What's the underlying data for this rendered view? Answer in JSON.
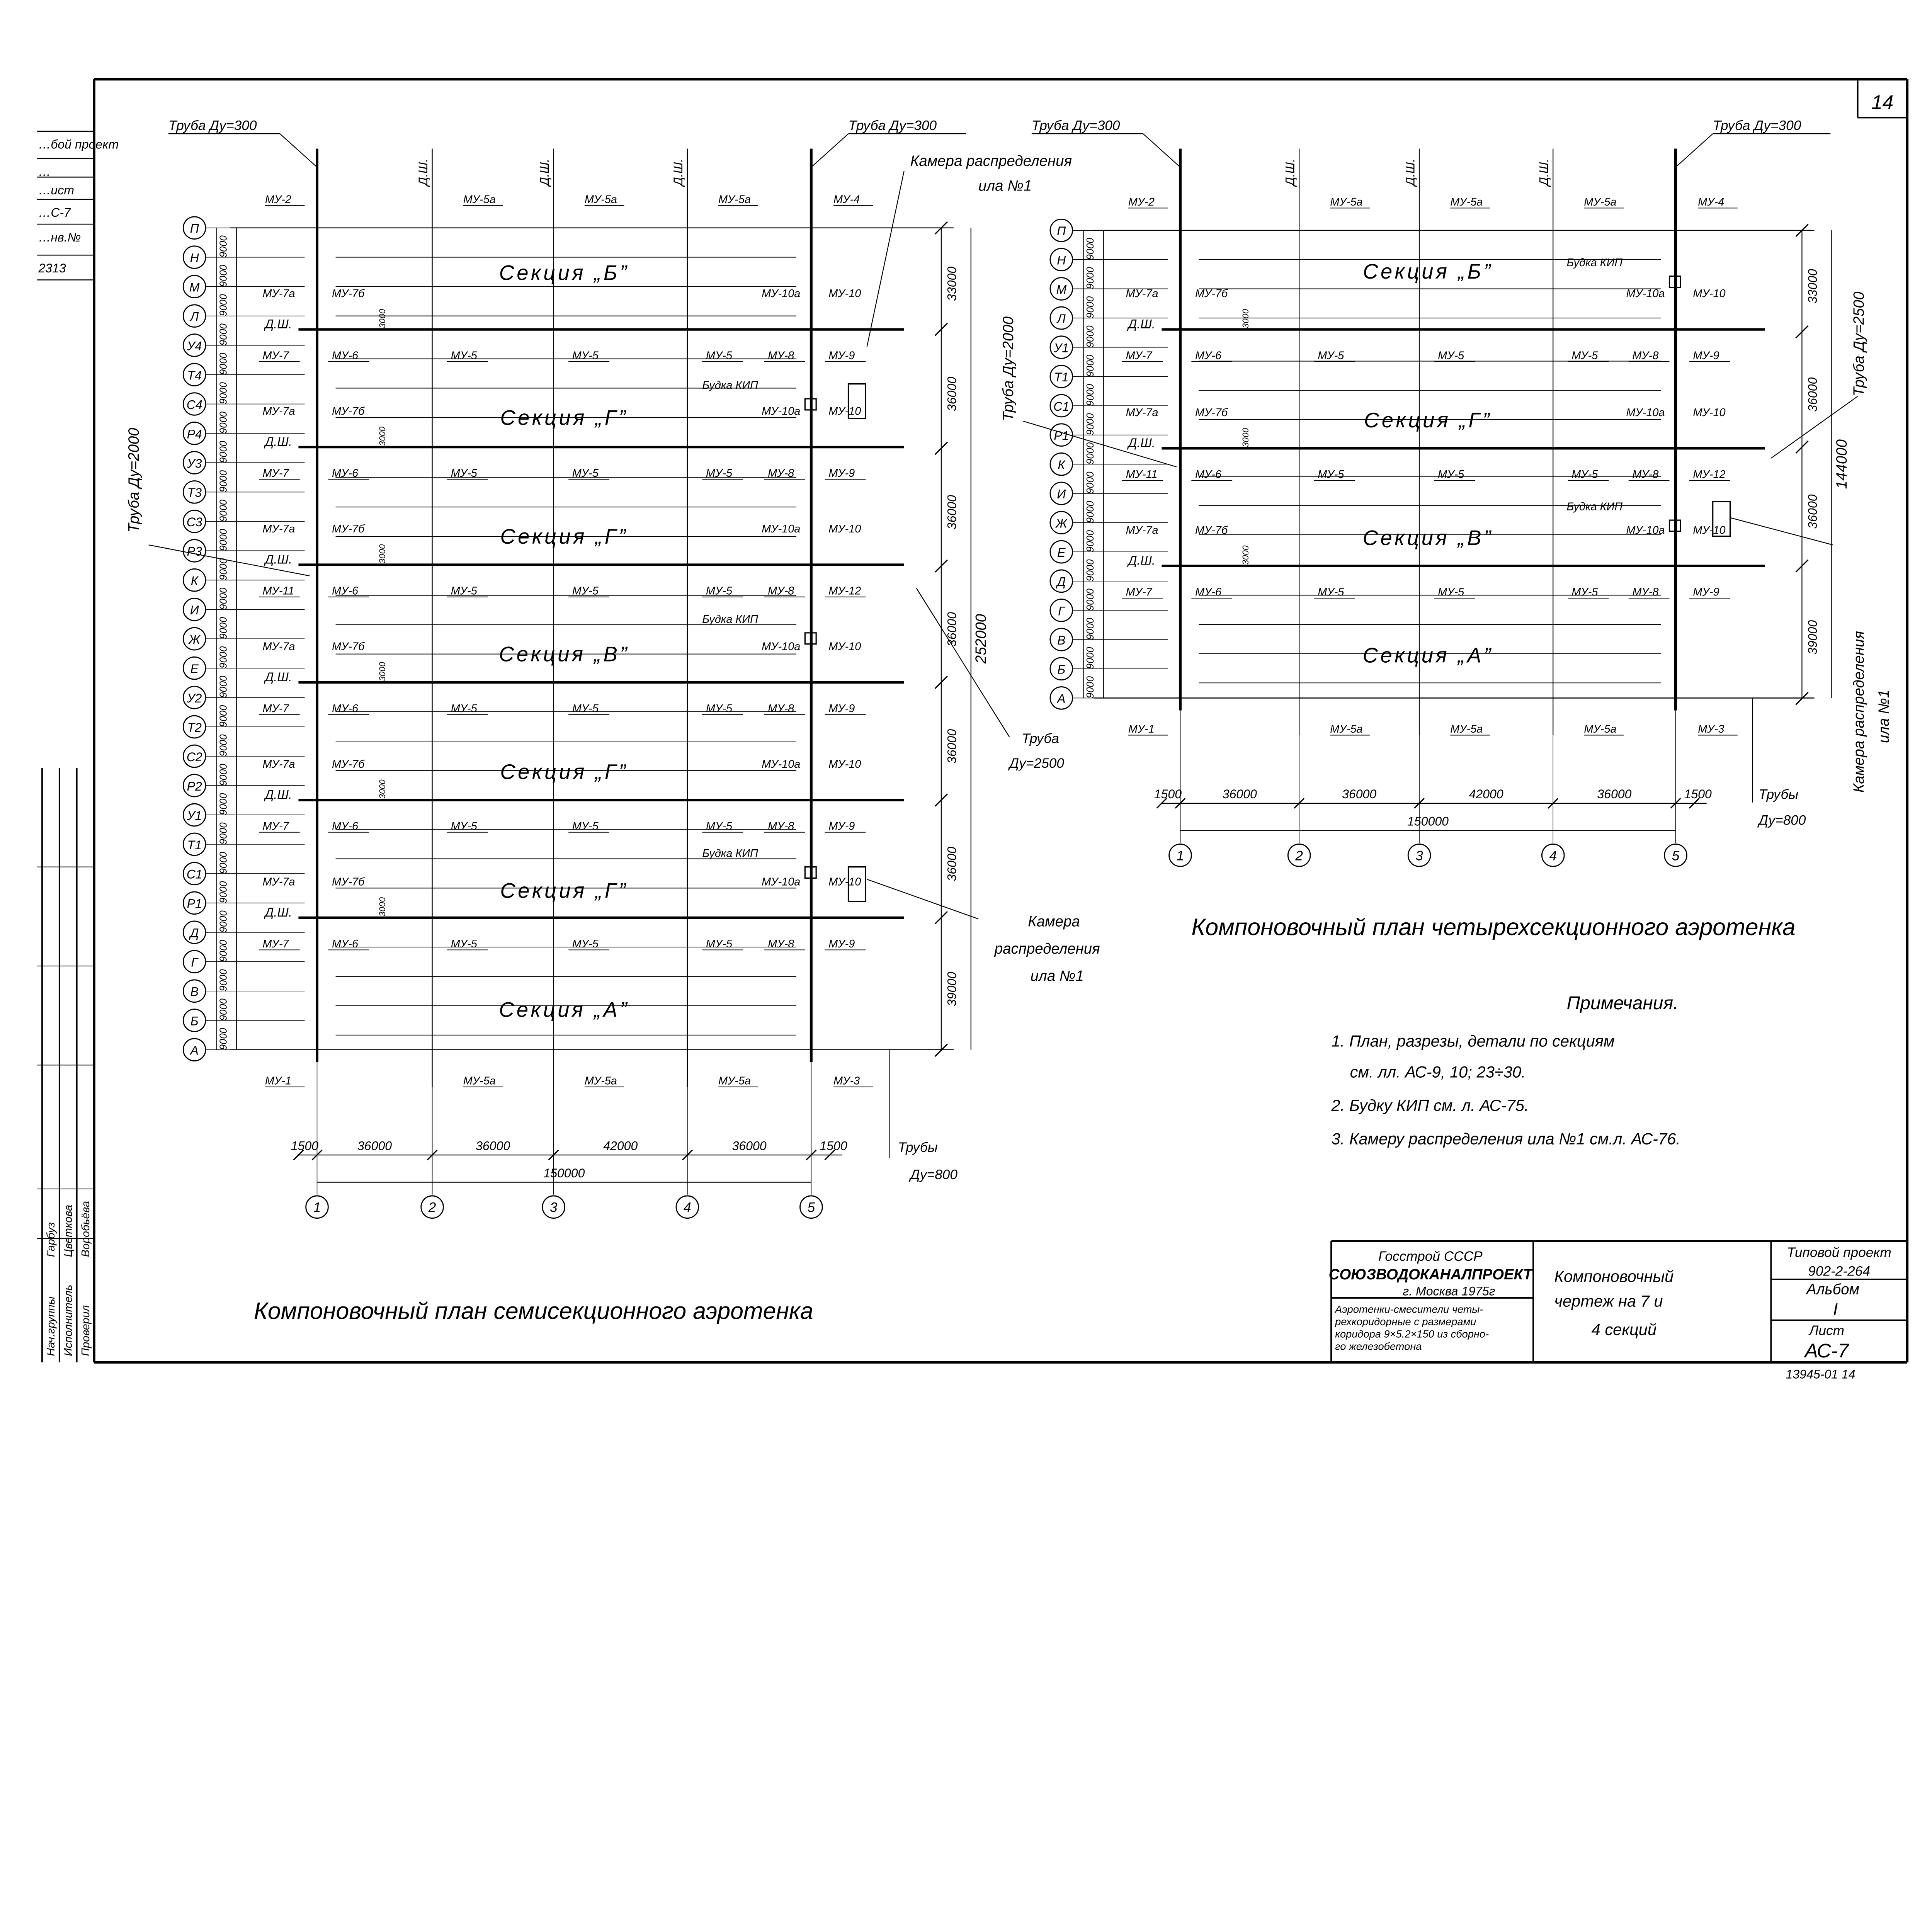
{
  "sheet_number": "14",
  "side_stamp": {
    "top": [
      "…бой проект",
      "…",
      "…ист",
      "…С-7",
      "…нв.№",
      "2313"
    ],
    "roles": [
      "Нач.группы",
      "Исполнитель",
      "Проверил"
    ],
    "names": [
      "Гарбуз",
      "Цветкова",
      "Воробьёва"
    ]
  },
  "left_plan": {
    "title": "Компоновочный план семисекционного аэротенка",
    "rows": [
      "П",
      "Н",
      "М",
      "Л",
      "У4",
      "Т4",
      "С4",
      "Р4",
      "У3",
      "Т3",
      "С3",
      "Р3",
      "К",
      "И",
      "Ж",
      "Е",
      "У2",
      "Т2",
      "С2",
      "Р2",
      "У1",
      "Т1",
      "С1",
      "Р1",
      "Д",
      "Г",
      "В",
      "Б",
      "А"
    ],
    "bay": "9000",
    "sections": [
      "Секция „Б”",
      "Секция „Г”",
      "Секция „Г”",
      "Секция „В”",
      "Секция „Г”",
      "Секция „Г”",
      "Секция „А”"
    ],
    "top_marks": [
      "МУ-2",
      "МУ-5а",
      "МУ-5а",
      "МУ-5а",
      "МУ-4"
    ],
    "bottom_marks": [
      "МУ-1",
      "МУ-5а",
      "МУ-5а",
      "МУ-5а",
      "МУ-3"
    ],
    "drain_label": "Д.Ш.",
    "gap_dim": "3000",
    "joints": [
      {
        "upper": [
          "МУ-7а",
          "МУ-7б",
          "МУ-10а",
          "МУ-10"
        ],
        "lower": [
          "МУ-7",
          "МУ-6",
          "МУ-5",
          "МУ-5",
          "МУ-5",
          "МУ-8",
          "МУ-9"
        ]
      },
      {
        "upper": [
          "МУ-7а",
          "МУ-7б",
          "МУ-10а",
          "МУ-10"
        ],
        "lower": [
          "МУ-7",
          "МУ-6",
          "МУ-5",
          "МУ-5",
          "МУ-5",
          "МУ-8",
          "МУ-9"
        ]
      },
      {
        "upper": [
          "МУ-7а",
          "МУ-7б",
          "МУ-10а",
          "МУ-10"
        ],
        "lower": [
          "МУ-11",
          "МУ-6",
          "МУ-5",
          "МУ-5",
          "МУ-5",
          "МУ-8",
          "МУ-12"
        ]
      },
      {
        "upper": [
          "МУ-7а",
          "МУ-7б",
          "МУ-10а",
          "МУ-10"
        ],
        "lower": [
          "МУ-7",
          "МУ-6",
          "МУ-5",
          "МУ-5",
          "МУ-5",
          "МУ-8",
          "МУ-9"
        ]
      },
      {
        "upper": [
          "МУ-7а",
          "МУ-7б",
          "МУ-10а",
          "МУ-10"
        ],
        "lower": [
          "МУ-7",
          "МУ-6",
          "МУ-5",
          "МУ-5",
          "МУ-5",
          "МУ-8",
          "МУ-9"
        ]
      },
      {
        "upper": [
          "МУ-7а",
          "МУ-7б",
          "МУ-10а",
          "МУ-10"
        ],
        "lower": [
          "МУ-7",
          "МУ-6",
          "МУ-5",
          "МУ-5",
          "МУ-5",
          "МУ-8",
          "МУ-9"
        ]
      }
    ],
    "kip_label": "Будка КИП",
    "section_dims": [
      "33000",
      "36000",
      "36000",
      "36000",
      "36000",
      "36000",
      "39000"
    ],
    "total_length": "252000",
    "bay_dims": [
      "1500",
      "36000",
      "36000",
      "42000",
      "36000",
      "1500"
    ],
    "total_width": "150000",
    "axes": [
      "1",
      "2",
      "3",
      "4",
      "5"
    ],
    "pipe_300_left": "Труба Ду=300",
    "pipe_300_right": "Труба Ду=300",
    "pipe_2000": "Труба Ду=2000",
    "pipe_2500": [
      "Труба",
      "Ду=2500"
    ],
    "pipes_800": [
      "Трубы",
      "Ду=800"
    ],
    "chamber_top": [
      "Камера распределения",
      "ила №1"
    ],
    "chamber_side": [
      "Камера",
      "распределения",
      "ила №1"
    ]
  },
  "right_plan": {
    "title": "Компоновочный план четырехсекционного аэротенка",
    "rows": [
      "П",
      "Н",
      "М",
      "Л",
      "У1",
      "Т1",
      "С1",
      "Р1",
      "К",
      "И",
      "Ж",
      "Е",
      "Д",
      "Г",
      "В",
      "Б",
      "А"
    ],
    "bay": "9000",
    "sections": [
      "Секция „Б”",
      "Секция „Г”",
      "Секция „В”",
      "Секция „А”"
    ],
    "top_marks": [
      "МУ-2",
      "МУ-5а",
      "МУ-5а",
      "МУ-5а",
      "МУ-4"
    ],
    "bottom_marks": [
      "МУ-1",
      "МУ-5а",
      "МУ-5а",
      "МУ-5а",
      "МУ-3"
    ],
    "drain_label": "Д.Ш.",
    "gap_dim": "3000",
    "joints": [
      {
        "upper": [
          "МУ-7а",
          "МУ-7б",
          "МУ-10а",
          "МУ-10"
        ],
        "lower": [
          "МУ-7",
          "МУ-6",
          "МУ-5",
          "МУ-5",
          "МУ-5",
          "МУ-8",
          "МУ-9"
        ]
      },
      {
        "upper": [
          "МУ-7а",
          "МУ-7б",
          "МУ-10а",
          "МУ-10"
        ],
        "lower": [
          "МУ-11",
          "МУ-6",
          "МУ-5",
          "МУ-5",
          "МУ-5",
          "МУ-8",
          "МУ-12"
        ]
      },
      {
        "upper": [
          "МУ-7а",
          "МУ-7б",
          "МУ-10а",
          "МУ-10"
        ],
        "lower": [
          "МУ-7",
          "МУ-6",
          "МУ-5",
          "МУ-5",
          "МУ-5",
          "МУ-8",
          "МУ-9"
        ]
      }
    ],
    "kip_label": "Будка КИП",
    "section_dims": [
      "33000",
      "36000",
      "36000",
      "39000"
    ],
    "total_length": "144000",
    "bay_dims": [
      "1500",
      "36000",
      "36000",
      "42000",
      "36000",
      "1500"
    ],
    "total_width": "150000",
    "axes": [
      "1",
      "2",
      "3",
      "4",
      "5"
    ],
    "pipe_300_left": "Труба Ду=300",
    "pipe_300_right": "Труба Ду=300",
    "pipe_2000": "Труба Ду=2000",
    "pipe_2500": "Труба Ду=2500",
    "pipes_800": [
      "Трубы",
      "Ду=800"
    ],
    "chamber_side": [
      "Камера распределения",
      "ила №1"
    ]
  },
  "notes": {
    "heading": "Примечания.",
    "items": [
      "1. План, разрезы, детали по секциям",
      "см. лл. АС-9, 10; 23÷30.",
      "2. Будку КИП см. л. АС-75.",
      "3. Камеру распределения ила №1 см.л. АС-76."
    ]
  },
  "title_block": {
    "org": [
      "Госстрой СССР",
      "СОЮЗВОДОКАНАЛПРОЕКТ",
      "г. Москва   1975г"
    ],
    "subject": [
      "Аэротенки-смесители четы-",
      "рехкоридорные с размерами",
      "коридора 9×5.2×150 из сборно-",
      "го железобетона"
    ],
    "drawing": [
      "Компоновочный",
      "чертеж на 7 и",
      "4 секций"
    ],
    "project_label": "Типовой проект",
    "project": "902-2-264",
    "album_label": "Альбом",
    "album": "I",
    "sheet_label": "Лист",
    "sheet": "АС-7",
    "footer": "13945-01   14"
  }
}
